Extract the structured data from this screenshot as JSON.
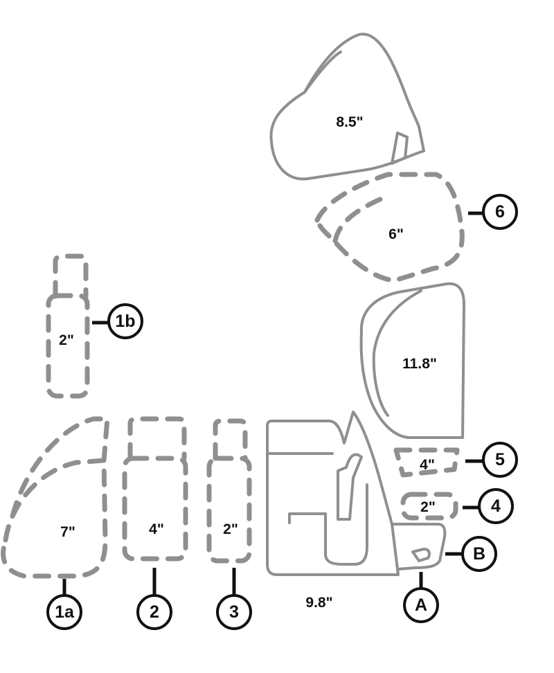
{
  "parts": {
    "headrest": {
      "measurement": "8.5\""
    },
    "spacer_6": {
      "measurement": "6\""
    },
    "backrest": {
      "measurement": "11.8\""
    },
    "spacer_5": {
      "measurement": "4\""
    },
    "spacer_4": {
      "measurement": "2\""
    },
    "spacer_1b": {
      "measurement": "2\""
    },
    "spacer_1a": {
      "measurement": "7\""
    },
    "spacer_2": {
      "measurement": "4\""
    },
    "spacer_3": {
      "measurement": "2\""
    },
    "base": {
      "measurement": "9.8\""
    }
  },
  "callouts": {
    "c1a": "1a",
    "c1b": "1b",
    "c2": "2",
    "c3": "3",
    "c4": "4",
    "c5": "5",
    "c6": "6",
    "cA": "A",
    "cB": "B"
  }
}
